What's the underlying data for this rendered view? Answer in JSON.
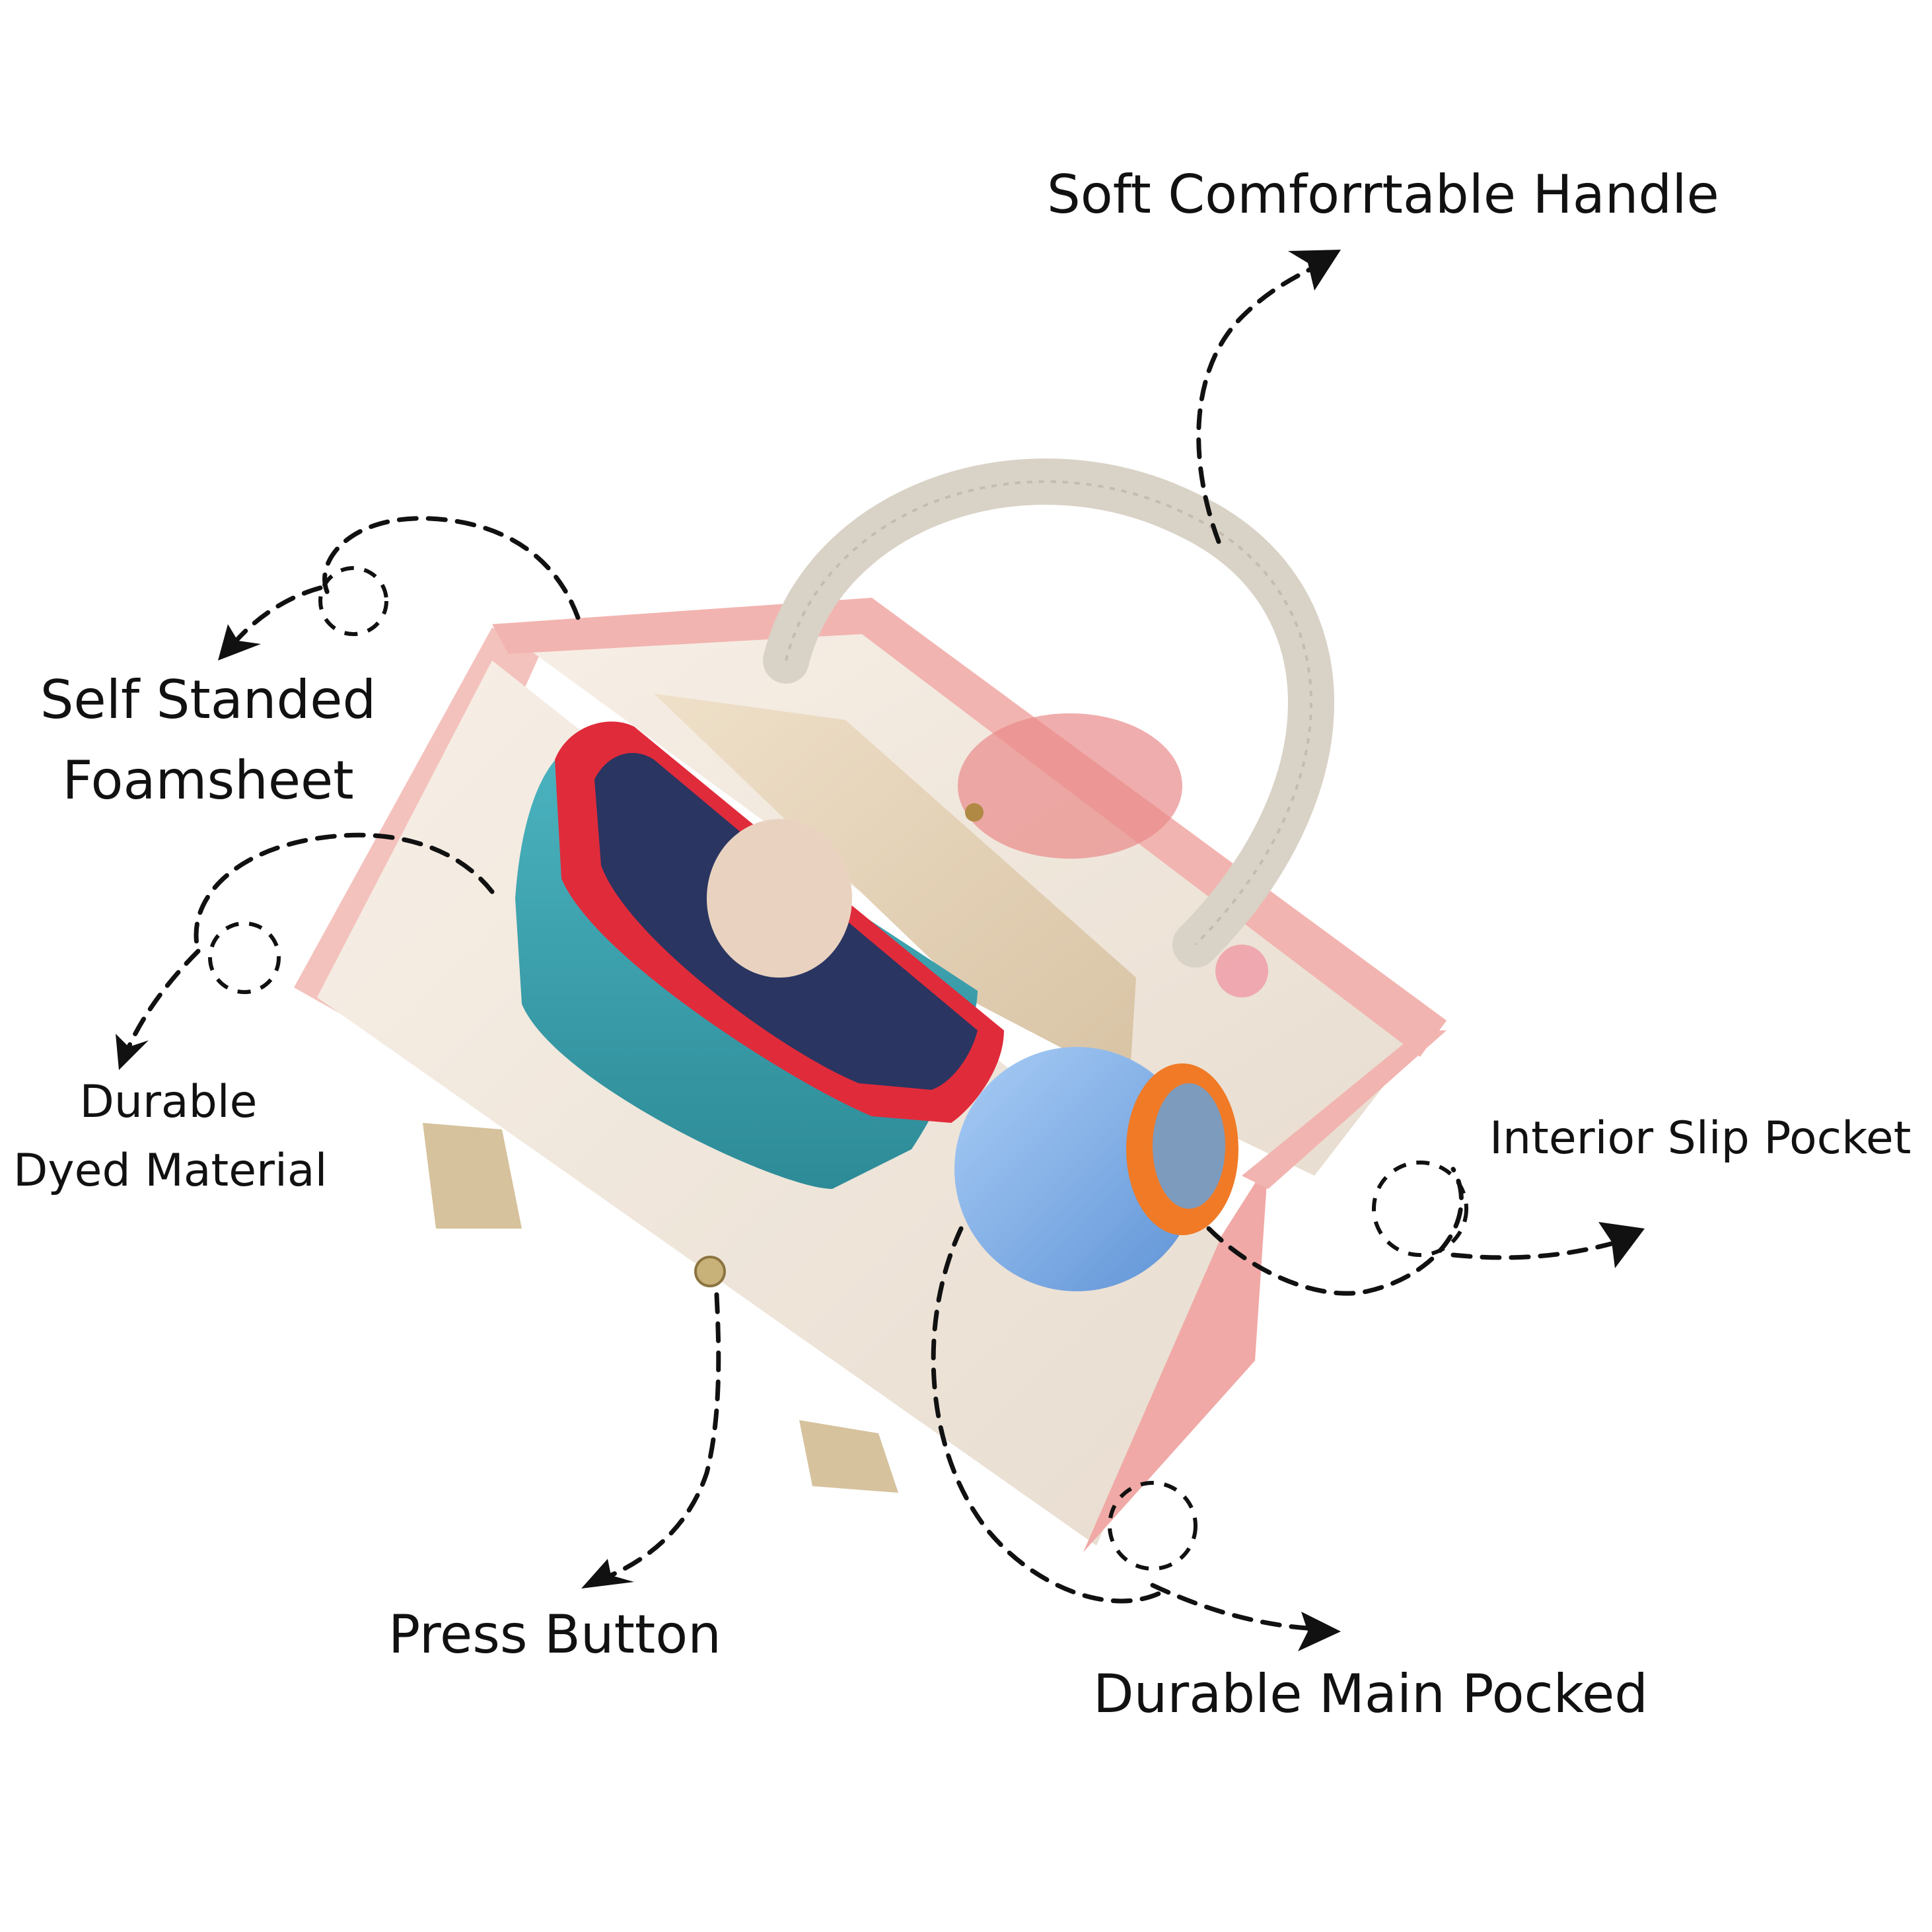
{
  "labels": {
    "handle": "Soft Comforrtable Handle",
    "foamsheet_line1": "Self Standed",
    "foamsheet_line2": "Foamsheet",
    "material_line1": "Durable",
    "material_line2": "Dyed Material",
    "slip_pocket": "Interior Slip Pocket",
    "press_button": "Press Button",
    "main_pocket": "Durable Main Pocked"
  },
  "colors": {
    "background": "#ffffff",
    "canvas_body": "#f1ebe3",
    "pink_trim": "#f2b4b0",
    "lining": "#e9d7bf",
    "handle": "#d9d2c6",
    "lunchbox_teal": "#3ea3b0",
    "lunchbox_lid": "#e02b3b",
    "ball_blue": "#86b7ee",
    "cap_orange": "#f07a26",
    "ink": "#111111"
  }
}
